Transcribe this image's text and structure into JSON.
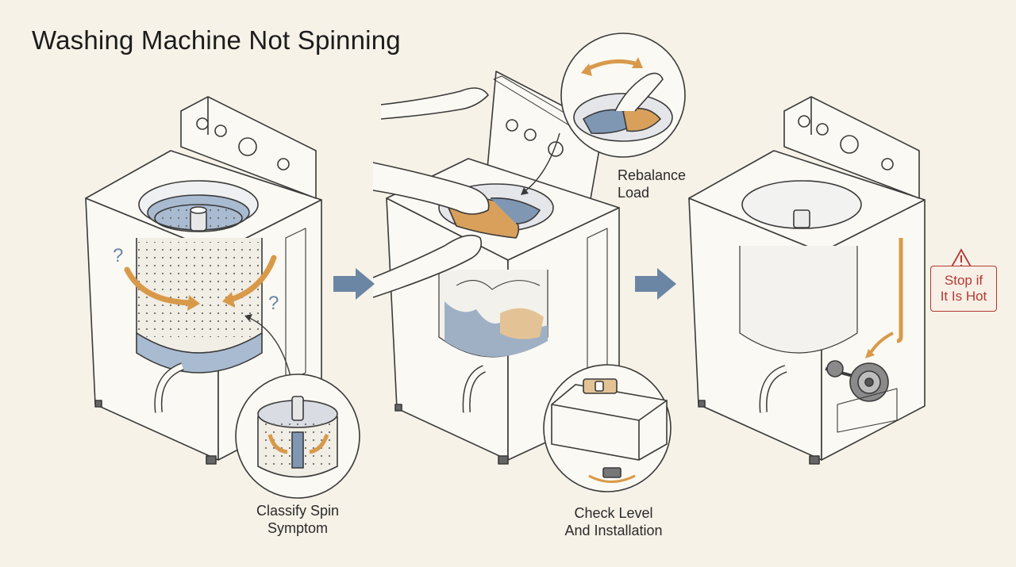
{
  "title": "Washing Machine Not Spinning",
  "steps": [
    {
      "label_lines": [
        "Classify Spin",
        "Symptom"
      ]
    },
    {
      "label_lines": [
        "Rebalance",
        "Load"
      ]
    },
    {
      "label_lines": [
        "Check Level",
        "And Installation"
      ]
    },
    {
      "label_lines": [
        "Stop if",
        "It Is Hot"
      ]
    }
  ],
  "colors": {
    "background": "#f6f2e8",
    "line": "#3a3a3a",
    "accent_orange": "#d89a4a",
    "accent_blue": "#7f97b3",
    "arrow_blue": "#6b86a4",
    "warning_red": "#b23a32"
  }
}
